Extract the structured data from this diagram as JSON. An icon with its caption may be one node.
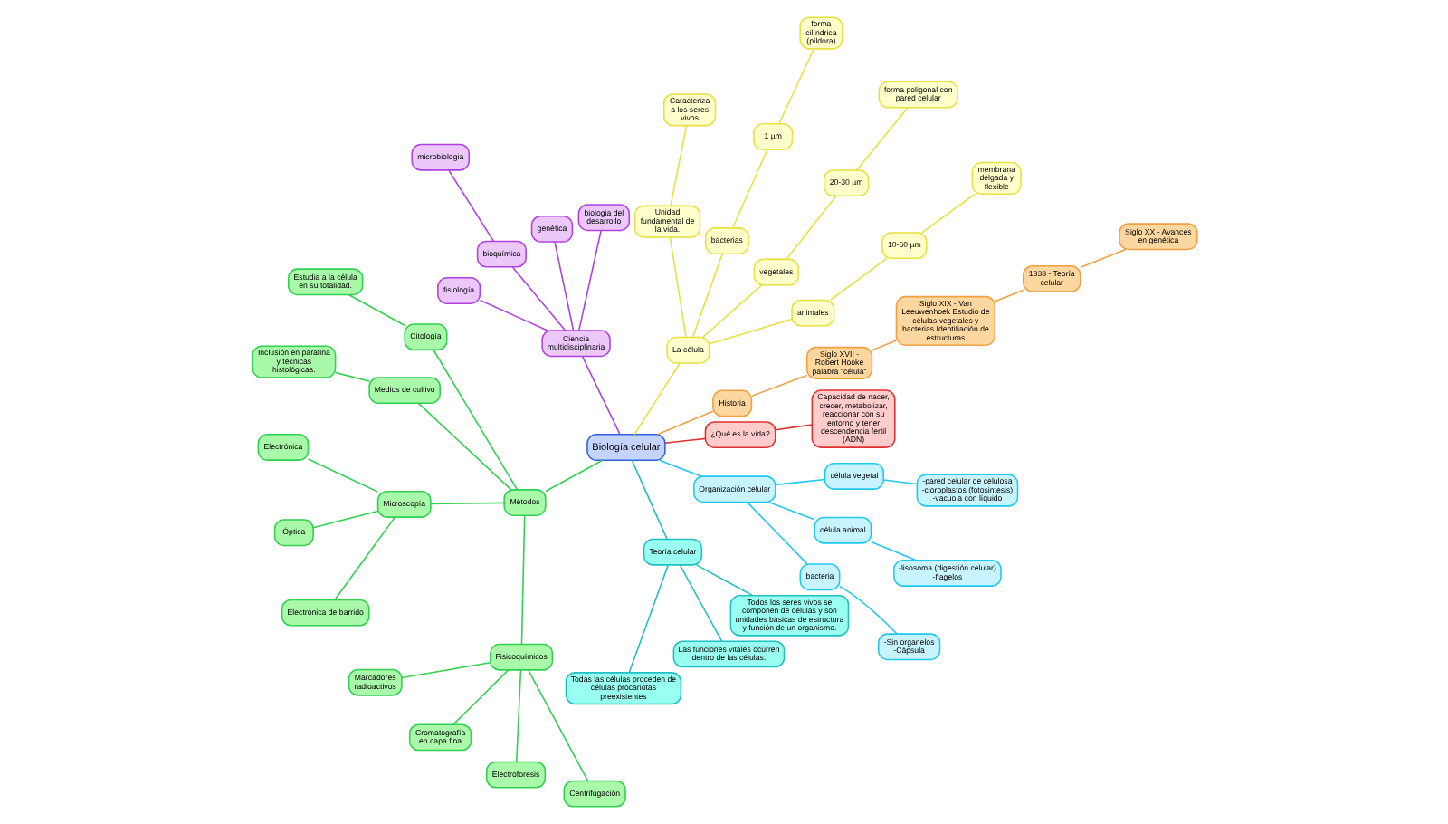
{
  "diagram": {
    "nodes": [
      {
        "text": [
          "Biología celular"
        ]
      },
      {
        "text": [
          "¿Qué es la vida?"
        ]
      },
      {
        "text": [
          "Capacidad de nacer, crecer, metabolizar, reaccionar con su entorno y tener descendencia fertil (ADN)"
        ]
      },
      {
        "text": [
          "Historia"
        ]
      },
      {
        "text": [
          "Siglo XVII - Robert Hooke palabra \"célula\""
        ]
      },
      {
        "text": [
          "Siglo XIX - Van Leeuwenhoek Estudio de células vegetales y bacterias Identifiación de estructuras"
        ]
      },
      {
        "text": [
          "1838 - Teoría celular"
        ]
      },
      {
        "text": [
          "Siglo XX - Avances en genética"
        ]
      },
      {
        "text": [
          "La célula"
        ]
      },
      {
        "text": [
          "animales"
        ]
      },
      {
        "text": [
          "10-60 µm"
        ]
      },
      {
        "text": [
          "membrana delgada y flexible"
        ]
      },
      {
        "text": [
          "vegetales"
        ]
      },
      {
        "text": [
          "20-30 µm"
        ]
      },
      {
        "text": [
          "forma poligonal con pared celular"
        ]
      },
      {
        "text": [
          "bacterias"
        ]
      },
      {
        "text": [
          "1 µm"
        ]
      },
      {
        "text": [
          "forma cilíndrica (píldora)"
        ]
      },
      {
        "text": [
          "Unidad fundamental de la vida."
        ]
      },
      {
        "text": [
          "Caracteriza a los seres vivos"
        ]
      },
      {
        "text": [
          "Ciencia multidisciplinaria"
        ]
      },
      {
        "text": [
          "biologia del desarrollo"
        ]
      },
      {
        "text": [
          "genética"
        ]
      },
      {
        "text": [
          "bioquímica"
        ]
      },
      {
        "text": [
          "microbiologia"
        ]
      },
      {
        "text": [
          "fisiología"
        ]
      },
      {
        "text": [
          "Métodos"
        ]
      },
      {
        "text": [
          "Citología"
        ]
      },
      {
        "text": [
          "Estudia a la célula en su totalidad."
        ]
      },
      {
        "text": [
          "Medios de cultivo"
        ]
      },
      {
        "text": [
          "Inclusión en parafina y técnicas histológicas."
        ]
      },
      {
        "text": [
          "Microscopía"
        ]
      },
      {
        "text": [
          "Electrónica"
        ]
      },
      {
        "text": [
          "Óptica"
        ]
      },
      {
        "text": [
          "Electrónica de barrido"
        ]
      },
      {
        "text": [
          "Fisicoquímicos"
        ]
      },
      {
        "text": [
          "Marcadores radioactivos"
        ]
      },
      {
        "text": [
          "Cromatografía en capa fina"
        ]
      },
      {
        "text": [
          "Electroforesis"
        ]
      },
      {
        "text": [
          "Centrifugación"
        ]
      },
      {
        "text": [
          "Teoría celular"
        ]
      },
      {
        "text": [
          "Todas las células proceden de células procariotas preexistentes"
        ]
      },
      {
        "text": [
          "Las funciones vitales ocurren dentro de las células."
        ]
      },
      {
        "text": [
          "Todos los seres vivos se componen de células y son unidades básicas de estructura y función de un organismo."
        ]
      },
      {
        "text": [
          "Organización celular"
        ]
      },
      {
        "text": [
          "bacteria"
        ]
      },
      {
        "text": [
          "-Sin organelos -Cápsula"
        ]
      },
      {
        "text": [
          "célula animal"
        ]
      },
      {
        "text": [
          "-lisosoma (digestión celular) -flagelos"
        ]
      },
      {
        "text": [
          "célula vegetal"
        ]
      },
      {
        "text": [
          "-pared celular de celulosa -cloroplastos (fotosintesis) -vacuola con líquido"
        ]
      }
    ],
    "edges": [
      {
        "from": 0,
        "to": 1,
        "arrow": "none",
        "color": "#e03030"
      },
      {
        "from": 1,
        "to": 2,
        "arrow": "none",
        "color": "#e03030"
      },
      {
        "from": 0,
        "to": 3,
        "arrow": "none",
        "color": "#f0a040"
      },
      {
        "from": 3,
        "to": 4,
        "arrow": "none",
        "color": "#f0a040"
      },
      {
        "from": 4,
        "to": 5,
        "arrow": "none",
        "color": "#f0a040"
      },
      {
        "from": 5,
        "to": 6,
        "arrow": "none",
        "color": "#f0a040"
      },
      {
        "from": 6,
        "to": 7,
        "arrow": "none",
        "color": "#f0a040"
      },
      {
        "from": 0,
        "to": 8,
        "arrow": "none",
        "color": "#e8e040"
      },
      {
        "from": 8,
        "to": 9,
        "arrow": "none",
        "color": "#e8e040"
      },
      {
        "from": 9,
        "to": 10,
        "arrow": "none",
        "color": "#e8e040"
      },
      {
        "from": 10,
        "to": 11,
        "arrow": "none",
        "color": "#e8e040"
      },
      {
        "from": 8,
        "to": 12,
        "arrow": "none",
        "color": "#e8e040"
      },
      {
        "from": 12,
        "to": 13,
        "arrow": "none",
        "color": "#e8e040"
      },
      {
        "from": 13,
        "to": 14,
        "arrow": "none",
        "color": "#e8e040"
      },
      {
        "from": 8,
        "to": 15,
        "arrow": "none",
        "color": "#e8e040"
      },
      {
        "from": 15,
        "to": 16,
        "arrow": "none",
        "color": "#e8e040"
      },
      {
        "from": 16,
        "to": 17,
        "arrow": "none",
        "color": "#e8e040"
      },
      {
        "from": 8,
        "to": 18,
        "arrow": "none",
        "color": "#e8e040"
      },
      {
        "from": 18,
        "to": 19,
        "arrow": "none",
        "color": "#e8e040"
      },
      {
        "from": 0,
        "to": 20,
        "arrow": "none",
        "color": "#b040e0"
      },
      {
        "from": 20,
        "to": 21,
        "arrow": "none",
        "color": "#b040e0"
      },
      {
        "from": 20,
        "to": 22,
        "arrow": "none",
        "color": "#b040e0"
      },
      {
        "from": 20,
        "to": 23,
        "arrow": "none",
        "color": "#b040e0"
      },
      {
        "from": 23,
        "to": 24,
        "arrow": "none",
        "color": "#b040e0"
      },
      {
        "from": 20,
        "to": 25,
        "arrow": "none",
        "color": "#b040e0"
      },
      {
        "from": 0,
        "to": 26,
        "arrow": "none",
        "color": "#30d050"
      },
      {
        "from": 26,
        "to": 27,
        "arrow": "none",
        "color": "#30d050"
      },
      {
        "from": 27,
        "to": 28,
        "arrow": "none",
        "color": "#30d050"
      },
      {
        "from": 26,
        "to": 29,
        "arrow": "none",
        "color": "#30d050"
      },
      {
        "from": 29,
        "to": 30,
        "arrow": "none",
        "color": "#30d050"
      },
      {
        "from": 26,
        "to": 31,
        "arrow": "none",
        "color": "#30d050"
      },
      {
        "from": 31,
        "to": 32,
        "arrow": "none",
        "color": "#30d050"
      },
      {
        "from": 31,
        "to": 33,
        "arrow": "none",
        "color": "#30d050"
      },
      {
        "from": 31,
        "to": 34,
        "arrow": "none",
        "color": "#30d050"
      },
      {
        "from": 26,
        "to": 35,
        "arrow": "none",
        "color": "#30d050"
      },
      {
        "from": 35,
        "to": 36,
        "arrow": "none",
        "color": "#30d050"
      },
      {
        "from": 35,
        "to": 37,
        "arrow": "none",
        "color": "#30d050"
      },
      {
        "from": 35,
        "to": 38,
        "arrow": "none",
        "color": "#30d050"
      },
      {
        "from": 35,
        "to": 39,
        "arrow": "none",
        "color": "#30d050"
      },
      {
        "from": 0,
        "to": 40,
        "arrow": "none",
        "color": "#20c0c0"
      },
      {
        "from": 40,
        "to": 41,
        "arrow": "none",
        "color": "#20c0c0"
      },
      {
        "from": 40,
        "to": 42,
        "arrow": "none",
        "color": "#20c0c0"
      },
      {
        "from": 40,
        "to": 43,
        "arrow": "none",
        "color": "#20c0c0"
      },
      {
        "from": 0,
        "to": 44,
        "arrow": "none",
        "color": "#20c8f0"
      },
      {
        "from": 44,
        "to": 45,
        "arrow": "none",
        "color": "#20c8f0"
      },
      {
        "from": 45,
        "to": 46,
        "arrow": "none",
        "color": "#20c8f0"
      },
      {
        "from": 44,
        "to": 47,
        "arrow": "none",
        "color": "#20c8f0"
      },
      {
        "from": 47,
        "to": 48,
        "arrow": "none",
        "color": "#20c8f0"
      },
      {
        "from": 44,
        "to": 49,
        "arrow": "none",
        "color": "#20c8f0"
      },
      {
        "from": 49,
        "to": 50,
        "arrow": "none",
        "color": "#20c8f0"
      }
    ]
  }
}
